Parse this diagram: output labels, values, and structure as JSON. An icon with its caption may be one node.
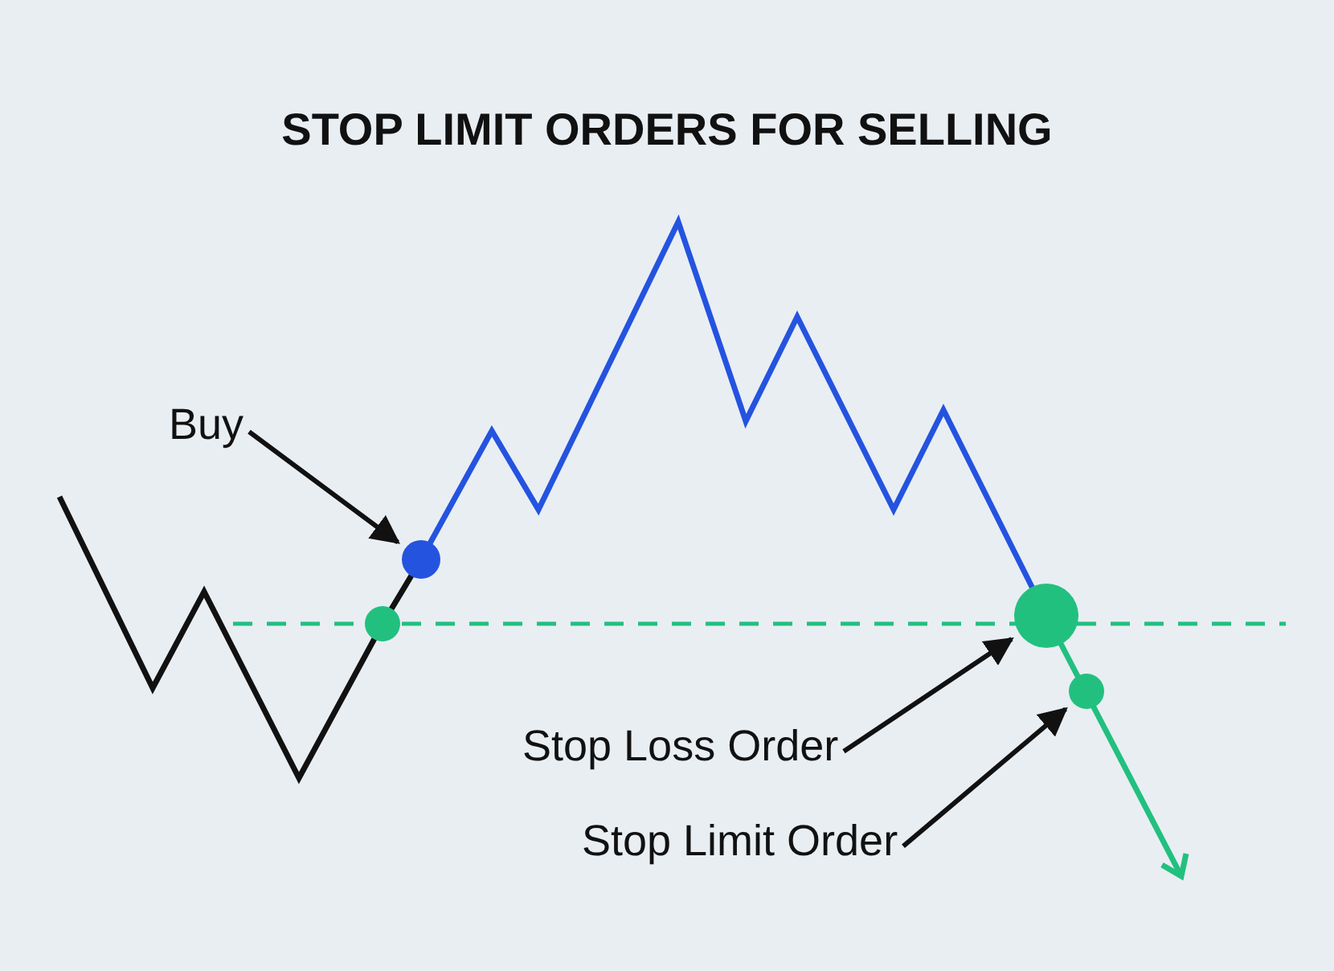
{
  "diagram": {
    "title": "STOP LIMIT ORDERS FOR SELLING",
    "nodes": [
      {
        "text": [
          "Buy"
        ]
      },
      {
        "text": [],
        "shape": "circle"
      },
      {
        "text": [],
        "shape": "circle"
      },
      {
        "text": [],
        "shape": "circle"
      },
      {
        "text": [
          "Stop Loss Order"
        ]
      },
      {
        "text": [],
        "shape": "circle"
      },
      {
        "text": [
          "Stop Limit Order"
        ]
      }
    ],
    "edges": [
      {
        "from": 0,
        "to": 1,
        "arrow": "to"
      },
      {
        "from": 4,
        "to": 3,
        "arrow": "to"
      },
      {
        "from": 6,
        "to": 5,
        "arrow": "to"
      }
    ]
  }
}
